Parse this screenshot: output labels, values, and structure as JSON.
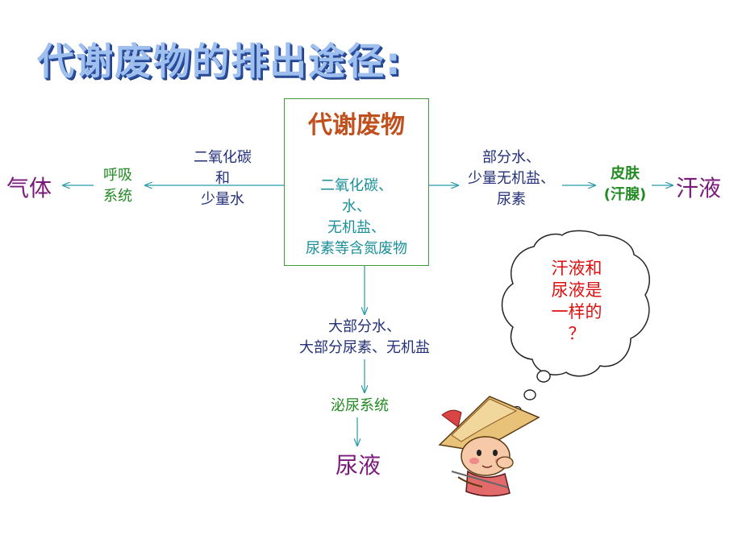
{
  "title": "代谢废物的排出途径:",
  "center": {
    "title": "代谢废物",
    "items": [
      "二氧化碳、",
      "水、",
      "无机盐、",
      "尿素等含氮废物"
    ]
  },
  "left": {
    "substances": [
      "二氧化碳",
      "和",
      "少量水"
    ],
    "organ": [
      "呼吸",
      "系统"
    ],
    "product": "气体"
  },
  "right": {
    "substances": [
      "部分水、",
      "少量无机盐、",
      "尿素"
    ],
    "organ": [
      "皮肤",
      "(汗腺)"
    ],
    "product": "汗液"
  },
  "bottom": {
    "substances": [
      "大部分水、",
      "大部分尿素、无机盐"
    ],
    "organ": "泌尿系统",
    "product": "尿液"
  },
  "bubble": {
    "lines": [
      "汗液和",
      "尿液是",
      "一样的",
      "？"
    ]
  },
  "colors": {
    "arrow": "#2a9ba6",
    "box_border": "#3d9a3d",
    "center_title": "#c0501e",
    "center_items": "#1a8f9a",
    "substances": "#23307a",
    "organs": "#218a21",
    "products": "#7a1a7a",
    "bubble_text": "#e01010"
  },
  "icons": {
    "character": "cartoon-child-with-straw-hat-icon",
    "bubble": "thought-bubble-icon"
  }
}
